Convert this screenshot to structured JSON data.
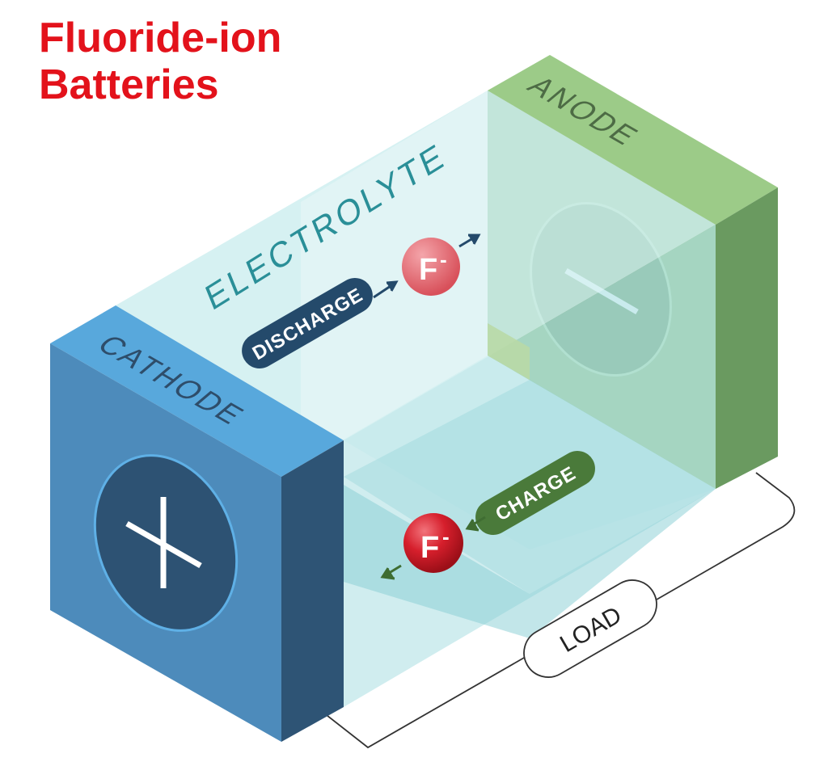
{
  "title": {
    "line1": "Fluoride-ion",
    "line2": "Batteries"
  },
  "labels": {
    "cathode": "CATHODE",
    "anode": "ANODE",
    "electrolyte": "ELECTROLYTE",
    "discharge": "DISCHARGE",
    "charge": "CHARGE",
    "load": "LOAD",
    "ion": "F",
    "ion_charge": "-",
    "cathode_sign": "+",
    "anode_sign": "−"
  },
  "colors": {
    "title": "#e3121b",
    "cathode_top": "#58a8dc",
    "cathode_front": "#4d8bbb",
    "cathode_side": "#2e5475",
    "anode_top": "#9ccb88",
    "anode_front": "#7aae5c",
    "anode_side": "#6a9a60",
    "electrolyte": "#cfeef0",
    "discharge_pill": "#244a6b",
    "charge_pill": "#4a7a3a",
    "ion": "#d61f2c"
  }
}
